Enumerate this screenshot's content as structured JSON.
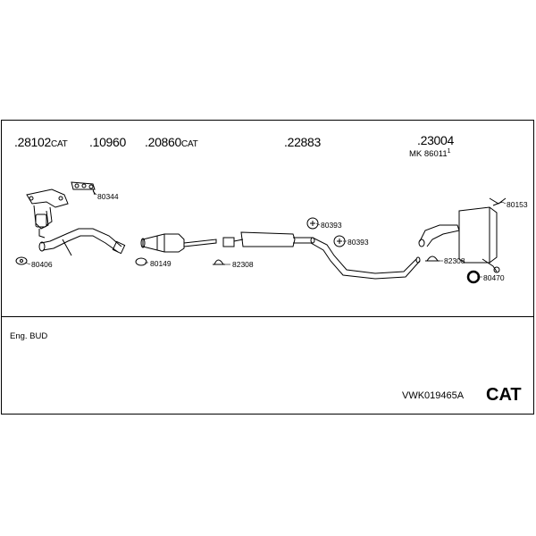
{
  "header_parts": [
    {
      "number": ".28102",
      "suffix": "CAT"
    },
    {
      "number": ".10960",
      "suffix": ""
    },
    {
      "number": ".20860",
      "suffix": "CAT"
    },
    {
      "number": ".22883",
      "suffix": ""
    },
    {
      "number": ".23004",
      "suffix": ""
    }
  ],
  "mk_label": "MK  86011",
  "mk_sup": "1",
  "component_labels": {
    "l80344": "80344",
    "l80406": "80406",
    "l80149": "80149",
    "l82308a": "82308",
    "l80393a": "80393",
    "l80393b": "80393",
    "l80153": "80153",
    "l82308b": "82308",
    "l80470": "80470"
  },
  "engine_note": "Eng. BUD",
  "system_code": "VWK019465A",
  "cat_label": "CAT"
}
